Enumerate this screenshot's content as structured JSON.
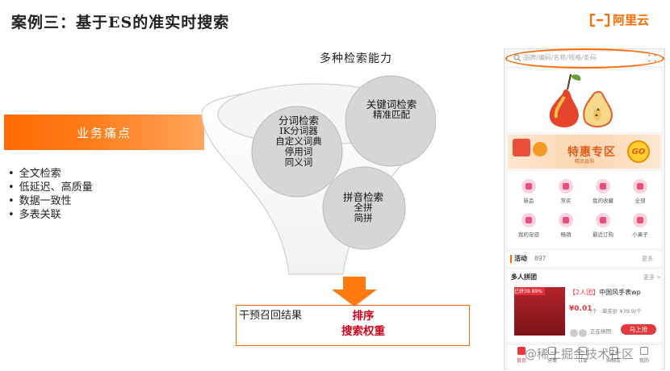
{
  "slide": {
    "title": "案例三：基于ES的准实时搜索",
    "brand": "阿里云"
  },
  "left": {
    "banner": "业务痛点",
    "pains": [
      "全文检索",
      "低延迟、高质量",
      "数据一致性",
      "多表关联"
    ]
  },
  "center": {
    "heading": "多种检索能力",
    "bubbles": [
      {
        "head": "分词检索",
        "lines": [
          "IK分词器",
          "自定义词典",
          "停用词",
          "同义词"
        ]
      },
      {
        "head": "关键词检索",
        "lines": [
          "精准匹配"
        ]
      },
      {
        "head": "拼音检索",
        "lines": [
          "全拼",
          "简拼"
        ]
      }
    ],
    "result_label": "干预召回结果",
    "result_lines": [
      "排序",
      "搜索权重"
    ]
  },
  "phone": {
    "search_placeholder": "品牌/编码/名称/规格/条码",
    "promo_title": "特惠专区",
    "promo_sub": "精品直购",
    "promo_badge": "GO",
    "grid": [
      {
        "label": "新品"
      },
      {
        "label": "常买"
      },
      {
        "label": "我的收藏"
      },
      {
        "label": "全部"
      },
      {
        "label": "我的足迹"
      },
      {
        "label": "畅销"
      },
      {
        "label": "最近订购"
      },
      {
        "label": "小果子"
      }
    ],
    "activity_label": "活动",
    "activity_count": "897",
    "more": "更多",
    "group_title": "多人拼团",
    "group_more": "更多 >",
    "product_tag": "已拼39.89%",
    "product_badge": "【2人团】",
    "product_name": "中国风手表wp",
    "price": "¥0.01",
    "price_sub": "/个 · 单买价 ¥39.9/个",
    "grouping": "正在拼团",
    "buy": "马上抢",
    "tabs": [
      "首页",
      "分类",
      "订单",
      "购物车",
      "我的"
    ]
  },
  "watermark": "@稀土掘金技术社区",
  "colors": {
    "accent": "#ff6a00",
    "highlight": "#d0021b",
    "phone_red": "#e4393c"
  }
}
